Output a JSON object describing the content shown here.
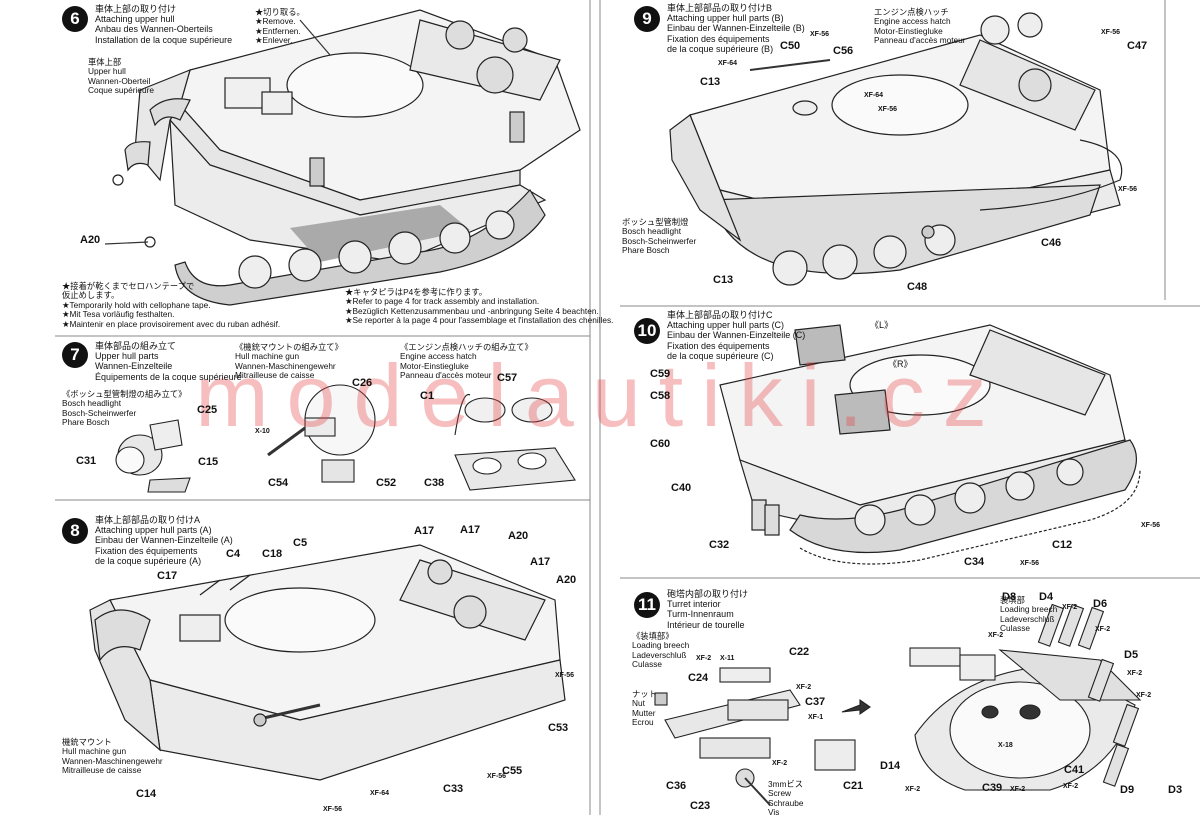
{
  "watermark": "modelautiki.cz",
  "steps": {
    "s6": {
      "number": "6",
      "title": "車体上部の取り付け\nAttaching upper hull\nAnbau des Wannen-Oberteils\nInstallation de la coque supérieure",
      "part_label": "車体上部\nUpper hull\nWannen-Oberteil\nCoque supérieure",
      "remove_note": "★切り取る。\n★Remove.\n★Entfernen.\n★Enlever.",
      "tape_note": "★接着が乾くまでセロハンテープで\n仮止めします。\n★Temporarily hold with cellophane tape.\n★Mit Tesa vorläufig festhalten.\n★Maintenir en place provisoirement avec du ruban adhésif.",
      "track_note": "★キャタピラはP4を参考に作ります。\n★Refer to page 4 for track assembly and installation.\n★Bezüglich Kettenzusammenbau und -anbringung Seite 4 beachten.\n★Se reporter à la page 4 pour l'assemblage et l'installation des chenilles.",
      "labels": {
        "a20": "A20"
      }
    },
    "s7": {
      "number": "7",
      "title": "車体部品の組み立て\nUpper hull parts\nWannen-Einzelteile\nÉquipements de la coque supérieure",
      "headlight": "《ボッシュ型管制燈の組み立て》\nBosch headlight\nBosch-Scheinwerfer\nPhare Bosch",
      "mg": "《機銃マウントの組み立て》\nHull machine gun\nWannen-Maschinengewehr\nMitrailleuse de caisse",
      "hatch": "《エンジン点検ハッチの組み立て》\nEngine access hatch\nMotor-Einstiegluke\nPanneau d'accès moteur",
      "labels": {
        "c25": "C25",
        "c31": "C31",
        "c15": "C15",
        "c26": "C26",
        "x10": "X-10",
        "c54": "C54",
        "c52": "C52",
        "c1": "C1",
        "c57": "C57",
        "c38": "C38"
      }
    },
    "s8": {
      "number": "8",
      "title": "車体上部部品の取り付けA\nAttaching upper hull parts (A)\nEinbau der Wannen-Einzelteile (A)\nFixation des équipements\nde la coque supérieure (A)",
      "mg_note": "機銃マウント\nHull machine gun\nWannen-Maschinengewehr\nMitrailleuse de caisse",
      "labels": {
        "c4": "C4",
        "c18": "C18",
        "c5": "C5",
        "c17": "C17",
        "a17a": "A17",
        "a17b": "A17",
        "a17c": "A17",
        "a20a": "A20",
        "a20b": "A20",
        "xf56a": "XF-56",
        "c53": "C53",
        "c55": "C55",
        "c33": "C33",
        "xf56b": "XF-56",
        "xf64": "XF-64",
        "xf56c": "XF-56",
        "c14": "C14"
      }
    },
    "s9": {
      "number": "9",
      "title": "車体上部部品の取り付けB\nAttaching upper hull parts (B)\nEinbau der Wannen-Einzelteile (B)\nFixation des équipements\nde la coque supérieure (B)",
      "hatch": "エンジン点検ハッチ\nEngine access hatch\nMotor-Einstiegluke\nPanneau d'accès moteur",
      "headlight": "ボッシュ型管制燈\nBosch headlight\nBosch-Scheinwerfer\nPhare Bosch",
      "labels": {
        "c50": "C50",
        "xf56a": "XF-56",
        "c56": "C56",
        "xf64a": "XF-64",
        "c13a": "C13",
        "xf64b": "XF-64",
        "xf56b": "XF-56",
        "xf56c": "XF-56",
        "c47": "C47",
        "xf56d": "XF-56",
        "c46": "C46",
        "c48": "C48",
        "c13b": "C13"
      }
    },
    "s10": {
      "number": "10",
      "title": "車体上部部品の取り付けC\nAttaching upper hull parts (C)\nEinbau der Wannen-Einzelteile (C)\nFixation des équipements\nde la coque supérieure (C)",
      "labels": {
        "l": "《L》",
        "r": "《R》",
        "c59": "C59",
        "c58": "C58",
        "c60": "C60",
        "c40": "C40",
        "c32": "C32",
        "c34": "C34",
        "c12": "C12",
        "xf56a": "XF-56",
        "xf56b": "XF-56"
      }
    },
    "s11": {
      "number": "11",
      "title": "砲塔内部の取り付け\nTurret interior\nTurm-Innenraum\nIntérieur de tourelle",
      "breech_left": "《装填部》\nLoading breech\nLadeverschluß\nCulasse",
      "breech_right": "装填部\nLoading breech\nLadeverschluß\nCulasse",
      "nut": "ナット\nNut\nMutter\nEcrou",
      "screw": "3mmビス\nScrew\nSchraube\nVis",
      "labels": {
        "xf2a": "XF-2",
        "x11": "X-11",
        "c22": "C22",
        "c24": "C24",
        "xf2b": "XF-2",
        "c37": "C37",
        "xf1": "XF-1",
        "c36": "C36",
        "xf2c": "XF-2",
        "c21": "C21",
        "c23": "C23",
        "d8": "D8",
        "d4": "D4",
        "d6": "D6",
        "xf2d": "XF-2",
        "xf2e": "XF-2",
        "xf2f": "XF-2",
        "d5": "D5",
        "xf2g": "XF-2",
        "xf2h": "XF-2",
        "x18": "X-18",
        "d14": "D14",
        "xf2i": "XF-2",
        "c39": "C39",
        "xf2j": "XF-2",
        "c41": "C41",
        "xf2k": "XF-2",
        "d9": "D9",
        "d3": "D3"
      }
    }
  }
}
